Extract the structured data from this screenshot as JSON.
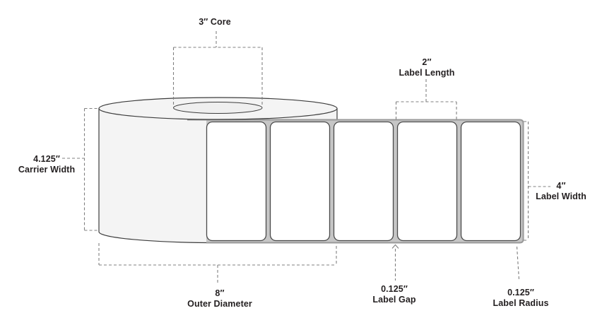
{
  "dimensions": {
    "core": {
      "value": "3″",
      "name": "Core"
    },
    "label_length": {
      "value": "2″",
      "name": "Label Length"
    },
    "carrier_width": {
      "value": "4.125″",
      "name": "Carrier Width"
    },
    "outer_diameter": {
      "value": "8″",
      "name": "Outer Diameter"
    },
    "label_gap": {
      "value": "0.125″",
      "name": "Label Gap"
    },
    "label_radius": {
      "value": "0.125″",
      "name": "Label Radius"
    },
    "label_width": {
      "value": "4″",
      "name": "Label Width"
    }
  },
  "roll": {
    "visible_label_count": 5
  },
  "colors": {
    "background": "#ffffff",
    "outline": "#3d3d3d",
    "roll_fill": "#f4f4f4",
    "core_fill": "#efefef",
    "carrier_fill": "#c6c6c6",
    "carrier_stroke": "#999999",
    "label_fill": "#ffffff",
    "label_stroke": "#4a4a4a",
    "dash_line": "#808080",
    "text": "#231f20"
  }
}
